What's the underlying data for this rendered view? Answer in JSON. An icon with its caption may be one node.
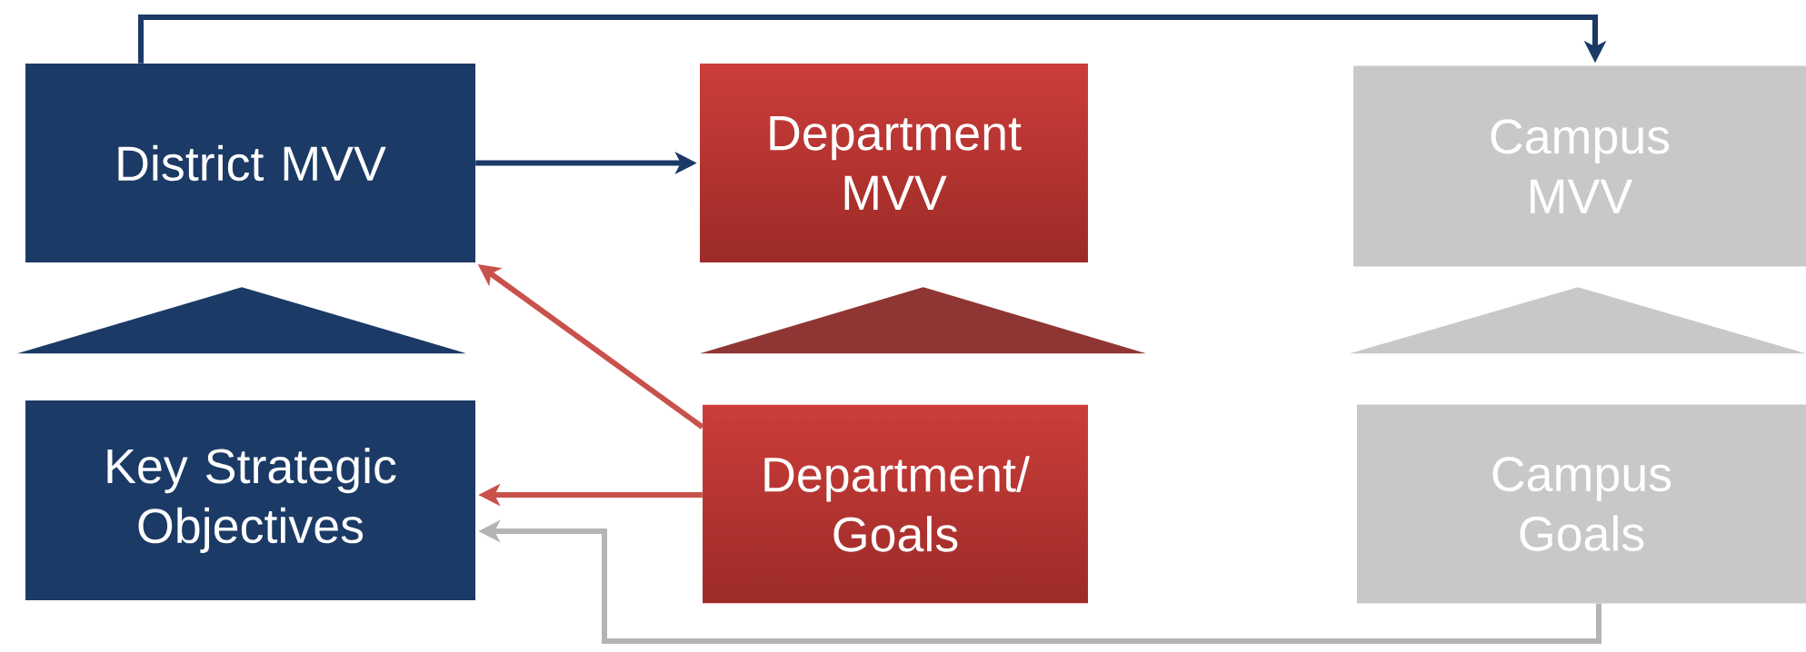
{
  "diagram": {
    "nodes": [
      {
        "text": [
          "District MVV"
        ]
      },
      {
        "text": [
          "Department MVV"
        ]
      },
      {
        "text": [
          "Campus MVV"
        ]
      },
      {
        "text": [],
        "shape": "triangle"
      },
      {
        "text": [],
        "shape": "triangle"
      },
      {
        "text": [],
        "shape": "triangle"
      },
      {
        "text": [
          "Key Strategic Objectives"
        ]
      },
      {
        "text": [
          "Department/ Goals"
        ]
      },
      {
        "text": [
          "Campus Goals"
        ]
      }
    ],
    "edges": [
      {
        "from": 0,
        "to": 1,
        "arrow": "to",
        "color": "#1b3a66"
      },
      {
        "from": 0,
        "to": 2,
        "arrow": "to",
        "color": "#1b3a66"
      },
      {
        "from": 7,
        "to": 0,
        "arrow": "to",
        "color": "#c9514b"
      },
      {
        "from": 7,
        "to": 6,
        "arrow": "to",
        "color": "#c9514b"
      },
      {
        "from": 8,
        "to": 6,
        "arrow": "to",
        "color": "#b4b4b4"
      }
    ]
  }
}
